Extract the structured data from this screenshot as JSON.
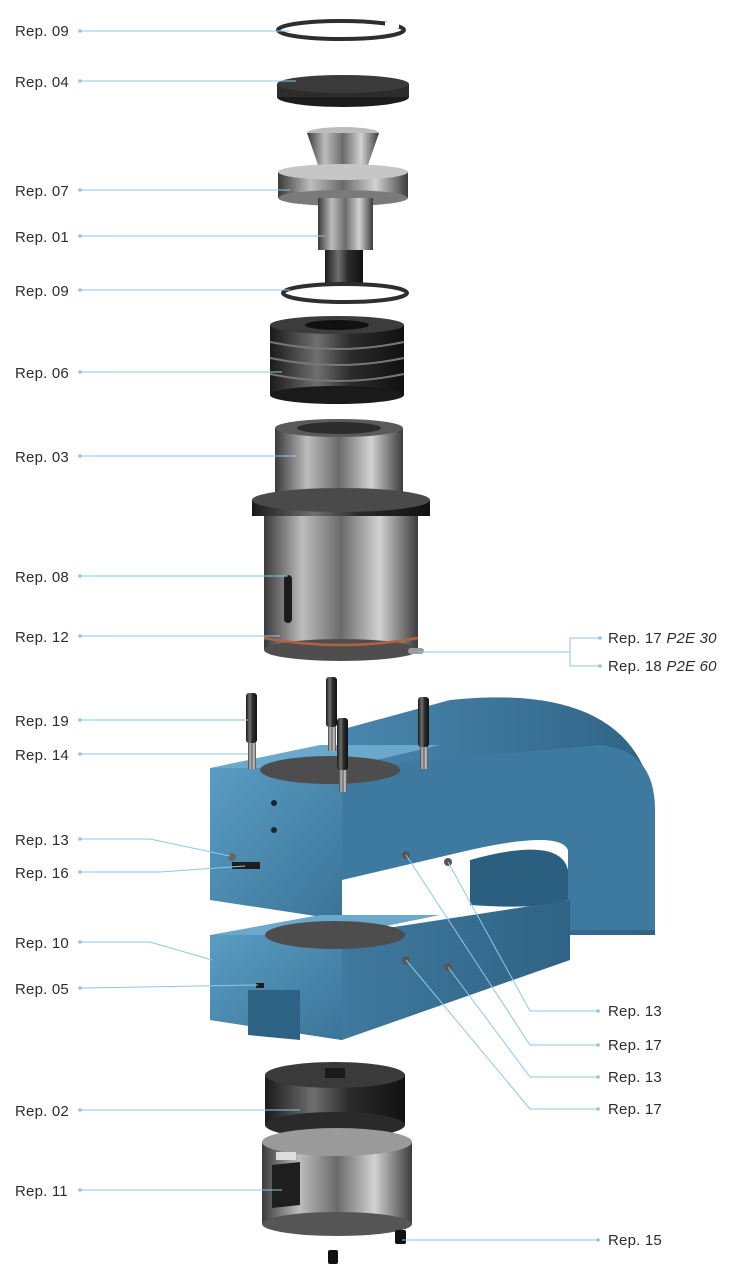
{
  "labels": {
    "rep09_top": "Rep. 09",
    "rep04": "Rep. 04",
    "rep07": "Rep. 07",
    "rep01": "Rep. 01",
    "rep09_mid": "Rep. 09",
    "rep06": "Rep. 06",
    "rep03": "Rep. 03",
    "rep08": "Rep. 08",
    "rep12": "Rep. 12",
    "rep17_p2e": "Rep. 17",
    "rep17_model": "P2E 30",
    "rep18": "Rep. 18",
    "rep18_model": "P2E 60",
    "rep19": "Rep. 19",
    "rep14": "Rep. 14",
    "rep13_left": "Rep. 13",
    "rep16": "Rep. 16",
    "rep10": "Rep. 10",
    "rep05": "Rep. 05",
    "rep13_r1": "Rep. 13",
    "rep17_r1": "Rep. 17",
    "rep13_r2": "Rep. 13",
    "rep17_r2": "Rep. 17",
    "rep02": "Rep. 02",
    "rep11": "Rep. 11",
    "rep15": "Rep. 15"
  },
  "colors": {
    "leader": "#8fc7e6",
    "body_blue": "#3f7ea3",
    "steel": "#9a9a9a",
    "dark": "#2a2a2a",
    "copper": "#b0643c"
  }
}
